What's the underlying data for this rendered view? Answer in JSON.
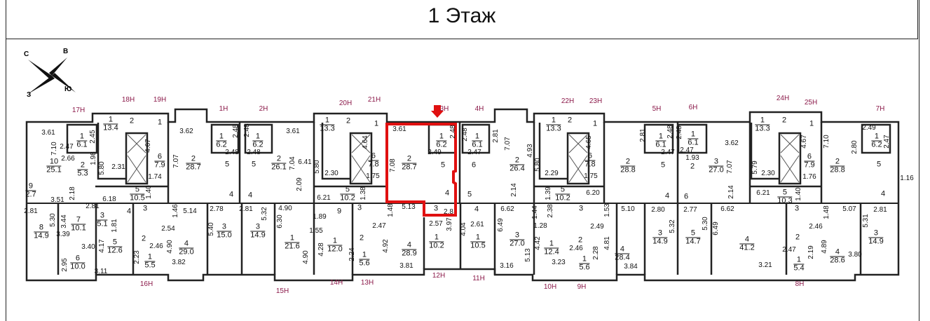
{
  "title": "1 Этаж",
  "compass": {
    "north_west": "С",
    "north_east": "В",
    "south_west": "З",
    "south_east": "Ю"
  },
  "colors": {
    "highlight": "#e01010",
    "unit_label": "#8b1a4a",
    "wall": "#222222"
  },
  "selected_unit": "3Н",
  "units": [
    "17Н",
    "18Н",
    "19Н",
    "1Н",
    "2Н",
    "20Н",
    "21Н",
    "3Н",
    "4Н",
    "22Н",
    "23Н",
    "5Н",
    "6Н",
    "24Н",
    "25Н",
    "7Н",
    "16Н",
    "15Н",
    "14Н",
    "13Н",
    "12Н",
    "11Н",
    "10Н",
    "9Н",
    "8Н"
  ],
  "rooms": [
    {
      "n": "1",
      "a": "13.4"
    },
    {
      "n": "2",
      "a": ""
    },
    {
      "n": "1",
      "a": ""
    },
    {
      "n": "1",
      "a": "6.1"
    },
    {
      "n": "10",
      "a": "25.1"
    },
    {
      "n": "2",
      "a": "5.3"
    },
    {
      "n": "6",
      "a": "7.9"
    },
    {
      "n": "9",
      "a": "2.7"
    },
    {
      "n": "5",
      "a": "10.5"
    },
    {
      "n": "1",
      "a": "6.2"
    },
    {
      "n": "2",
      "a": "28.7"
    },
    {
      "n": "5",
      "a": ""
    },
    {
      "n": "4",
      "a": ""
    },
    {
      "n": "1",
      "a": "6.2"
    },
    {
      "n": "2",
      "a": "26.1"
    },
    {
      "n": "5",
      "a": ""
    },
    {
      "n": "4",
      "a": ""
    },
    {
      "n": "8",
      "a": "14.9"
    },
    {
      "n": "7",
      "a": "10.1"
    },
    {
      "n": "3",
      "a": "5.1"
    },
    {
      "n": "4",
      "a": ""
    },
    {
      "n": "3",
      "a": ""
    },
    {
      "n": "2",
      "a": ""
    },
    {
      "n": "5",
      "a": "12.6"
    },
    {
      "n": "6",
      "a": "10.0"
    },
    {
      "n": "1",
      "a": "5.5"
    },
    {
      "n": "4",
      "a": "29.0"
    },
    {
      "n": "3",
      "a": "15.0"
    },
    {
      "n": "3",
      "a": "14.9"
    },
    {
      "n": "1",
      "a": "21.6"
    },
    {
      "n": "1",
      "a": "13.3"
    },
    {
      "n": "2",
      "a": ""
    },
    {
      "n": "1",
      "a": ""
    },
    {
      "n": "6",
      "a": "7.8"
    },
    {
      "n": "5",
      "a": "10.2"
    },
    {
      "n": "2",
      "a": "28.7"
    },
    {
      "n": "5",
      "a": ""
    },
    {
      "n": "4",
      "a": ""
    },
    {
      "n": "3",
      "a": ""
    },
    {
      "n": "1",
      "a": "6.2"
    },
    {
      "n": "1",
      "a": "6.1"
    },
    {
      "n": "6",
      "a": ""
    },
    {
      "n": "2",
      "a": "26.4"
    },
    {
      "n": "5",
      "a": ""
    },
    {
      "n": "4",
      "a": ""
    },
    {
      "n": "1",
      "a": "13.3"
    },
    {
      "n": "2",
      "a": ""
    },
    {
      "n": "1",
      "a": ""
    },
    {
      "n": "6",
      "a": "7.8"
    },
    {
      "n": "5",
      "a": "10.2"
    },
    {
      "n": "9",
      "a": ""
    },
    {
      "n": "3",
      "a": ""
    },
    {
      "n": "2",
      "a": ""
    },
    {
      "n": "1",
      "a": "12.0"
    },
    {
      "n": "1",
      "a": "5.6"
    },
    {
      "n": "4",
      "a": "28.9"
    },
    {
      "n": "1",
      "a": "10.2"
    },
    {
      "n": "1",
      "a": "10.5"
    },
    {
      "n": "3",
      "a": "27.0"
    },
    {
      "n": "1",
      "a": "12.4"
    },
    {
      "n": "3",
      "a": ""
    },
    {
      "n": "2",
      "a": ""
    },
    {
      "n": "1",
      "a": "5.6"
    },
    {
      "n": "2",
      "a": "28.8"
    },
    {
      "n": "5",
      "a": ""
    },
    {
      "n": "4",
      "a": ""
    },
    {
      "n": "1",
      "a": "6.1"
    },
    {
      "n": "1",
      "a": "6.1"
    },
    {
      "n": "2",
      "a": ""
    },
    {
      "n": "3",
      "a": "27.0"
    },
    {
      "n": "6",
      "a": ""
    },
    {
      "n": "1",
      "a": "13.3"
    },
    {
      "n": "2",
      "a": ""
    },
    {
      "n": "1",
      "a": ""
    },
    {
      "n": "6",
      "a": "7.9"
    },
    {
      "n": "5",
      "a": "10.3"
    },
    {
      "n": "2",
      "a": "28.8"
    },
    {
      "n": "5",
      "a": ""
    },
    {
      "n": "4",
      "a": ""
    },
    {
      "n": "1",
      "a": "6.2"
    },
    {
      "n": "4",
      "a": "28.4"
    },
    {
      "n": "3",
      "a": "14.9"
    },
    {
      "n": "5",
      "a": "14.7"
    },
    {
      "n": "4",
      "a": "41.2"
    },
    {
      "n": "3",
      "a": ""
    },
    {
      "n": "2",
      "a": ""
    },
    {
      "n": "1",
      "a": "5.4"
    },
    {
      "n": "4",
      "a": "28.6"
    },
    {
      "n": "3",
      "a": "14.9"
    }
  ],
  "dims": [
    "3.61",
    "7.10",
    "2.45",
    "2.47",
    "2.66",
    "1.98",
    "5.80",
    "2.31",
    "4.67",
    "1.74",
    "1.40",
    "6.18",
    "3.51",
    "2.18",
    "3.62",
    "7.07",
    "2.48",
    "2.48",
    "2.48",
    "2.48",
    "3.61",
    "7.04",
    "6.41",
    "2.09",
    "2.81",
    "5.30",
    "3.44",
    "3.39",
    "2.81",
    "1.81",
    "3.40",
    "2.95",
    "4.17",
    "3.11",
    "1.46",
    "5.14",
    "2.54",
    "4.90",
    "2.23",
    "2.46",
    "3.82",
    "2.78",
    "5.40",
    "2.81",
    "5.32",
    "4.90",
    "6.30",
    "4.90",
    "5.80",
    "2.30",
    "4.64",
    "1.75",
    "6.21",
    "1.38",
    "3.61",
    "7.08",
    "2.48",
    "2.49",
    "5.13",
    "2.8",
    "2.48",
    "2.47",
    "2.81",
    "7.07",
    "4.93",
    "2.14",
    "5.80",
    "2.29",
    "4.65",
    "1.75",
    "1.39",
    "6.20",
    "1.89",
    "1.55",
    "4.28",
    "1.48",
    "2.47",
    "4.92",
    "3.81",
    "2.24",
    "2.57",
    "3.97",
    "4.04",
    "2.61",
    "6.62",
    "1.44",
    "2.38",
    "6.49",
    "5.13",
    "3.16",
    "1.28",
    "4.42",
    "3.23",
    "1.53",
    "2.49",
    "4.81",
    "2.46",
    "2.28",
    "2.81",
    "2.48",
    "2.47",
    "2.48",
    "2.47",
    "1.93",
    "3.62",
    "7.07",
    "2.14",
    "5.79",
    "2.30",
    "4.67",
    "1.76",
    "6.21",
    "1.40",
    "7.10",
    "2.80",
    "2.49",
    "2.47",
    "1.16",
    "5.10",
    "3.84",
    "2.80",
    "5.32",
    "2.77",
    "5.30",
    "6.62",
    "6.49",
    "3.21",
    "1.48",
    "5.07",
    "2.46",
    "4.89",
    "2.47",
    "2.19",
    "3.80",
    "5.31",
    "2.81"
  ]
}
